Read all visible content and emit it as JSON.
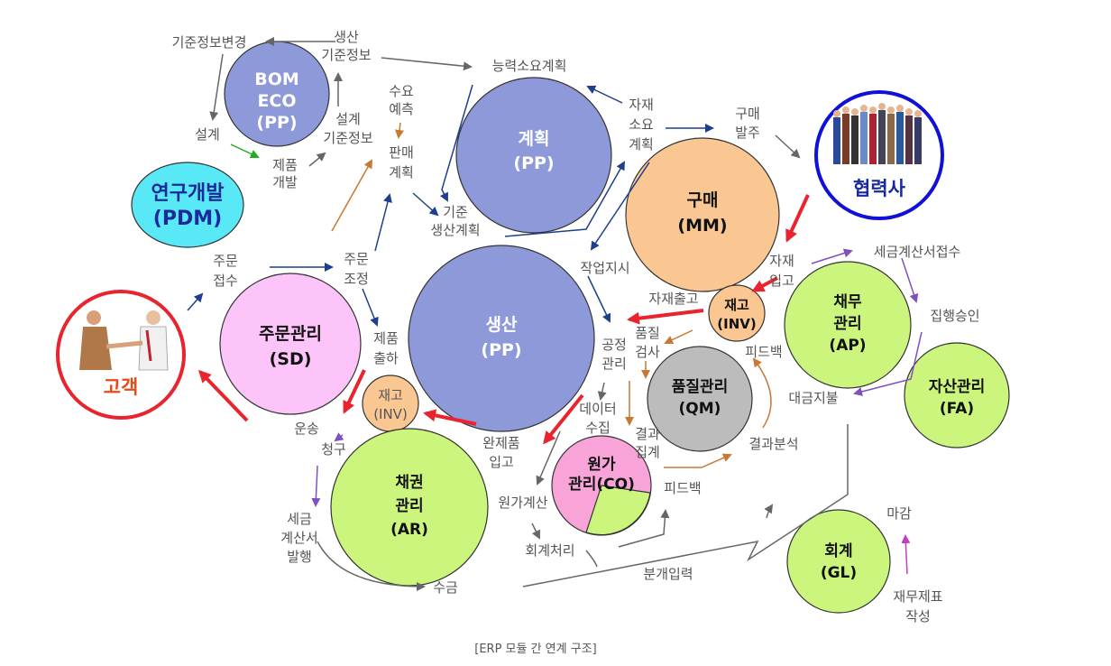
{
  "nodes": {
    "bom": [
      "BOM",
      "ECO",
      "(PP)"
    ],
    "pdm": [
      "연구개발",
      "(PDM)"
    ],
    "plan": [
      "계획",
      "(PP)"
    ],
    "purchase": [
      "구매",
      "(MM)"
    ],
    "supplier": "협력사",
    "customer": "고객",
    "sd": [
      "주문관리",
      "(SD)"
    ],
    "production": [
      "생산",
      "(PP)"
    ],
    "inv_mm": [
      "재고",
      "(INV)"
    ],
    "inv_sd": [
      "재고",
      "(INV)"
    ],
    "qm": [
      "품질관리",
      "(QM)"
    ],
    "co": [
      "원가",
      "관리(CO)"
    ],
    "ar": [
      "채권",
      "관리",
      "(AR)"
    ],
    "ap": [
      "채무",
      "관리",
      "(AP)"
    ],
    "fa": [
      "자산관리",
      "(FA)"
    ],
    "gl": [
      "회계",
      "(GL)"
    ]
  },
  "labels": {
    "master_change": "기준정보변경",
    "prod_master": [
      "생산",
      "기준정보"
    ],
    "capacity_plan": "능력소요계획",
    "design_master": [
      "설계",
      "기준정보"
    ],
    "design": "설계",
    "product_dev": [
      "제품",
      "개발"
    ],
    "demand_forecast": [
      "수요",
      "예측"
    ],
    "sales_plan": [
      "판매",
      "계획"
    ],
    "master_prod_plan": [
      "기준",
      "생산계획"
    ],
    "material_req_plan": [
      "자재",
      "소요",
      "계획"
    ],
    "purchase_order": [
      "구매",
      "발주"
    ],
    "order_receipt": [
      "주문",
      "접수"
    ],
    "order_adjust": [
      "주문",
      "조정"
    ],
    "work_order": "작업지시",
    "material_receipt": [
      "자재",
      "입고"
    ],
    "invoice_receipt": "세금계산서접수",
    "material_issue": "자재출고",
    "quality_inspection": [
      "품질",
      "검사"
    ],
    "process_control": [
      "공정",
      "관리"
    ],
    "approval": "집행승인",
    "feedback_qm": "피드백",
    "payment": "대금지불",
    "product_shipping": [
      "제품",
      "출하"
    ],
    "data_collection": [
      "데이터",
      "수집"
    ],
    "result_summary": [
      "결과",
      "집계"
    ],
    "result_analysis": "결과분석",
    "transport": "운송",
    "billing": "청구",
    "finished_receipt": [
      "완제품",
      "입고"
    ],
    "costing": "원가계산",
    "feedback_co": "피드백",
    "invoice_issue": [
      "세금",
      "계산서",
      "발행"
    ],
    "accounting_process": "회계처리",
    "closing": "마감",
    "journal_entry": "분개입력",
    "collection": "수금",
    "fin_statements": [
      "재무제표",
      "작성"
    ]
  },
  "caption": "[ERP 모듈 간 연계 구조]",
  "colors": {
    "pp": "#8d99d8",
    "mm": "#fac793",
    "sd": "#fcc4f8",
    "green": "#ccf57d",
    "qm": "#bcbcbc",
    "pdm": "#59e8f6",
    "co_pink": "#f9a4d9",
    "red": "#e8242e",
    "blue_ring": "#1010d8",
    "arrow_blue": "#1e3f8a",
    "arrow_orange": "#c87832",
    "arrow_purple": "#8050c0",
    "arrow_green": "#22aa22",
    "text_gray": "#555555"
  }
}
